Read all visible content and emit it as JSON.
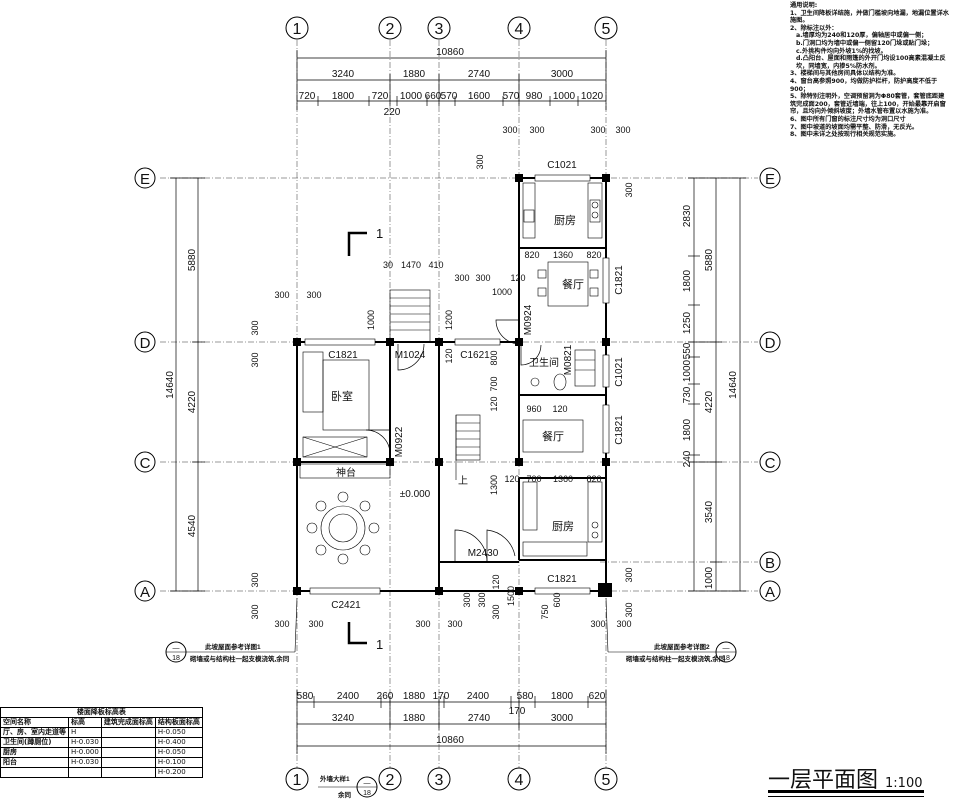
{
  "grid_axes": {
    "columns": [
      "1",
      "2",
      "3",
      "4",
      "5"
    ],
    "rows": [
      "A",
      "B",
      "C",
      "D",
      "E"
    ]
  },
  "dimensions_top": {
    "total": "10860",
    "bays": [
      "3240",
      "1880",
      "2740",
      "3000"
    ],
    "detail": [
      "720",
      "1800",
      "720",
      "1000",
      "660",
      "570",
      "1600",
      "570",
      "980",
      "1000",
      "1020"
    ],
    "extra": "220"
  },
  "dimensions_bottom": {
    "total": "10860",
    "bays": [
      "3240",
      "1880",
      "2740",
      "3000"
    ],
    "detail": [
      "580",
      "2400",
      "260",
      "1880",
      "170",
      "2400",
      "580",
      "1800",
      "620"
    ],
    "extra": "170"
  },
  "dimensions_left": {
    "total": "14640",
    "segs": [
      "5880",
      "4220",
      "4540"
    ]
  },
  "dimensions_right": {
    "total": "14640",
    "segs": [
      "5880",
      "4220",
      "3540",
      "1000"
    ],
    "detail": [
      "2830",
      "1800",
      "1250",
      "550",
      "1000",
      "730",
      "1800",
      "240"
    ]
  },
  "rooms": {
    "kitchen_top": "厨房",
    "dining_top": "餐厅",
    "bath": "卫生间",
    "dining_mid": "餐厅",
    "bedroom": "卧室",
    "altar": "神台",
    "kitchen_bottom": "厨房",
    "stair_up": "上"
  },
  "openings": {
    "c1021_top": "C1021",
    "c1821_right_top": "C1821",
    "c1821_left": "C1821",
    "m1024": "M1024",
    "c1621": "C1621",
    "m0922": "M0922",
    "m0924": "M0924",
    "c1021_right": "C1021",
    "c1821_right_mid": "C1821",
    "c1821_bottom": "C1821",
    "m2430": "M2430",
    "c2421": "C2421",
    "m0821": "M0821"
  },
  "level": "±0.000",
  "section": {
    "label": "1"
  },
  "local_dims": {
    "d300": "300",
    "d1470": "1470",
    "d410": "410",
    "d30": "30",
    "d1000": "1000",
    "d1200": "1200",
    "d120": "120",
    "d820": "820",
    "d1360": "1360",
    "d700": "700",
    "d800": "800",
    "d960": "960",
    "d1300": "1300",
    "d750": "750",
    "d1500": "1500",
    "d600": "600"
  },
  "callouts": {
    "left_line1": "此坡屋面参考详图1",
    "left_line2": "砌墙或与结构柱一起支模浇筑,余同",
    "left_num": "—",
    "left_sheet": "18",
    "right_line1": "此坡屋面参考详图2",
    "right_line2": "砌墙或与结构柱一起支模浇筑,余同",
    "right_num": "—",
    "right_sheet": "18",
    "bottom_line1": "外墙大样1",
    "bottom_line2": "余同",
    "bottom_num": "—",
    "bottom_sheet": "18"
  },
  "notes": {
    "title": "通用说明:",
    "items": [
      "1、卫生间降板详结施，并做门槛坡向地漏，地漏位置详水施图。",
      "2、除标注以外：",
      "a.墙厚均为240和120厚，偏轴居中或偏一侧；",
      "b.门洞口均为墙中或偏一侧留120门垛或贴门垛；",
      "c.外挑构件均向外坡1%的找坡。",
      "d.凸阳台、屋面和雨篷的外开门均设100高素混凝土反坎，同墙宽，内掺5%防水剂。",
      "3、楼梯间与其他房间具体以结构为准。",
      "4、窗台高参照900，均做防护栏杆，防护高度不低于900；",
      "5、除特别注明外，空调预留洞为Φ80套管，套管底距建筑完成面200，套管近墙端，往上100，开始最靠开启窗帘，且均向外倾斜坡度；外墙水管布置以水施为准。",
      "6、图中所有门窗的标注尺寸均为洞口尺寸",
      "7、图中坡道的坡面均需平整、防滑，无反光。",
      "8、图中未详之处按现行相关规范实施。"
    ]
  },
  "floor_table": {
    "title": "楼面降板标高表",
    "headers": [
      "空间名称",
      "标高",
      "建筑完成面标高",
      "结构板面标高"
    ],
    "rows": [
      [
        "厅、房、室内走道等",
        "H",
        "",
        "H-0.050"
      ],
      [
        "卫生间(蹲厕位)",
        "H-0.030",
        "",
        "H-0.400"
      ],
      [
        "厨房",
        "H-0.000",
        "",
        "H-0.050"
      ],
      [
        "阳台",
        "H-0.030",
        "",
        "H-0.100"
      ],
      [
        "",
        "",
        "",
        "H-0.200"
      ]
    ]
  },
  "title_block": {
    "name": "一层平面图",
    "scale": "1:100"
  }
}
